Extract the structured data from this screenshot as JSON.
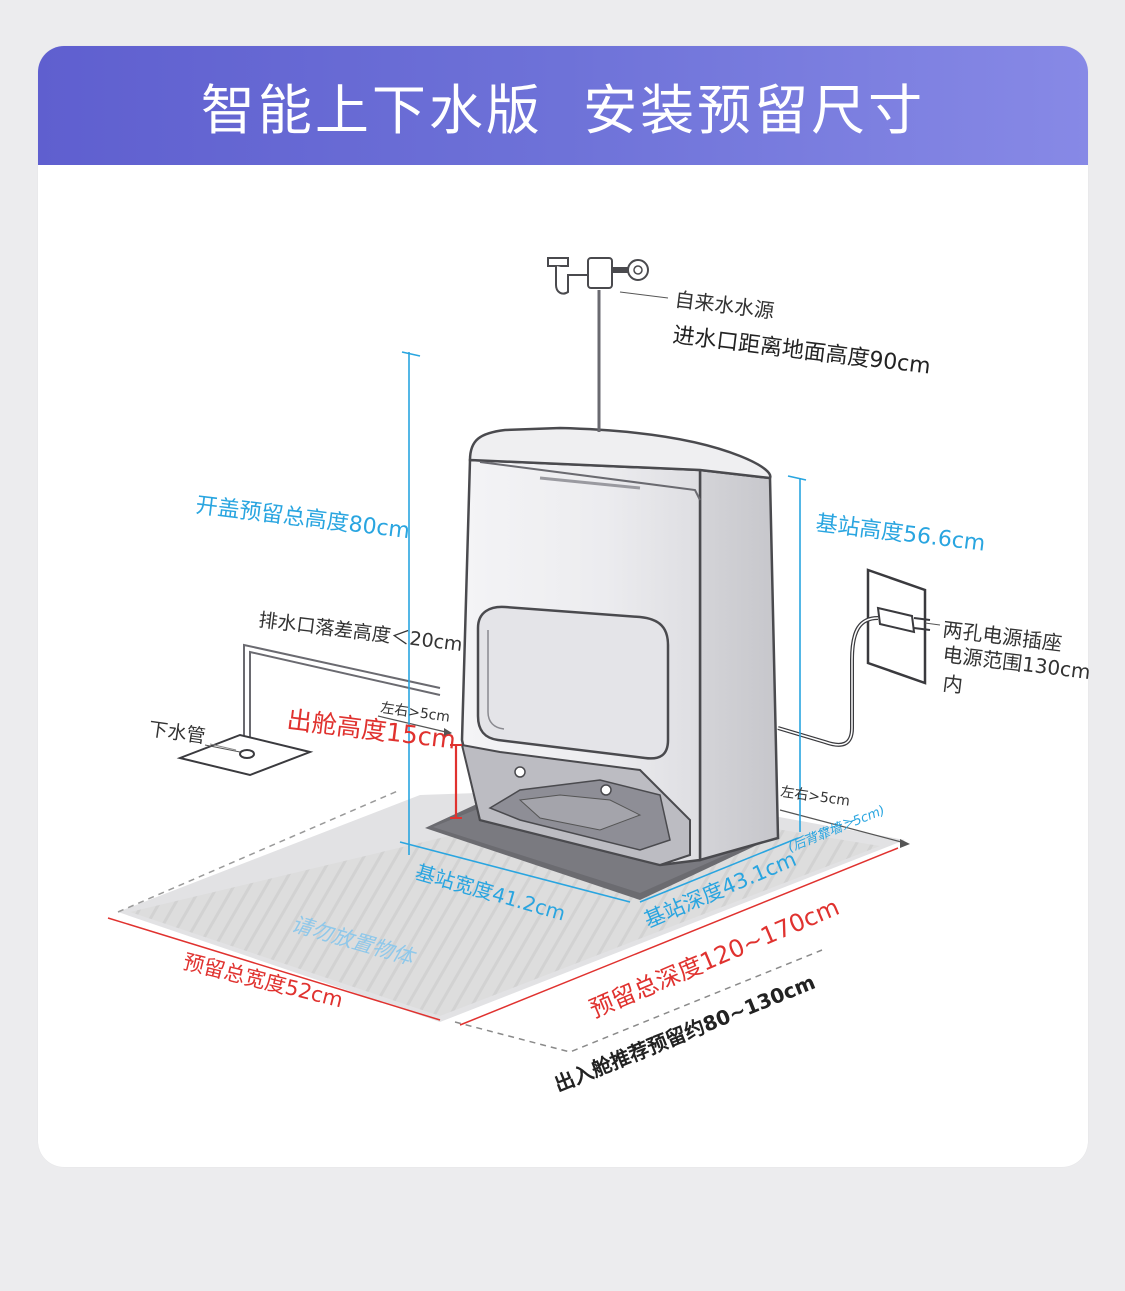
{
  "header": {
    "title": "智能上下水版  安装预留尺寸"
  },
  "colors": {
    "header_start": "#5f5fcf",
    "header_end": "#8789e6",
    "blue_dimension": "#29a5e0",
    "red_dimension": "#e0322f",
    "dark_text": "#333333"
  },
  "labels": {
    "water_source": "自来水水源",
    "inlet_height": "进水口距离地面高度90cm",
    "lid_height": "开盖预留总高度80cm",
    "station_height": "基站高度56.6cm",
    "drain_drop": "排水口落差高度＜20cm",
    "socket": "两孔电源插座",
    "power_range_1": "电源范围130cm",
    "power_range_2": "内",
    "side_gap_left": "左右>5cm",
    "side_gap_right": "左右>5cm",
    "drain_pipe": "下水管",
    "exit_height": "出舱高度15cm",
    "back_gap": "(后背靠墙＞5cm)",
    "station_width": "基站宽度41.2cm",
    "station_depth": "基站深度43.1cm",
    "no_objects": "请勿放置物体",
    "reserve_width": "预留总宽度52cm",
    "reserve_depth": "预留总深度120~170cm",
    "recommend": "出入舱推荐预留约80~130cm"
  }
}
